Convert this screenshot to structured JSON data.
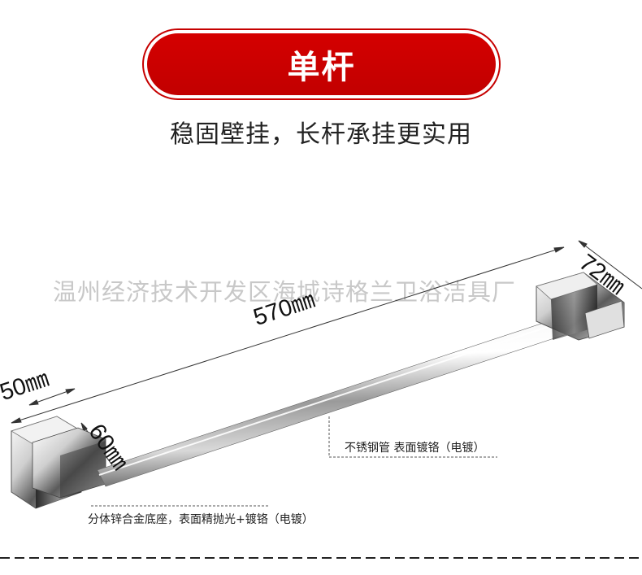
{
  "header": {
    "title": "单杆",
    "subtitle": "稳固壁挂，长杆承挂更实用",
    "accent_color": "#c60000"
  },
  "watermark": "温州经济技术开发区海城诗格兰卫浴洁具厂",
  "dimensions": {
    "length": "570㎜",
    "depth": "72㎜",
    "base_width": "50㎜",
    "base_height": "60㎜"
  },
  "notes": {
    "tube": "不锈钢管  表面镀铬（电镀）",
    "base": "分体锌合金底座，表面精抛光+镀铬（电镀）"
  }
}
